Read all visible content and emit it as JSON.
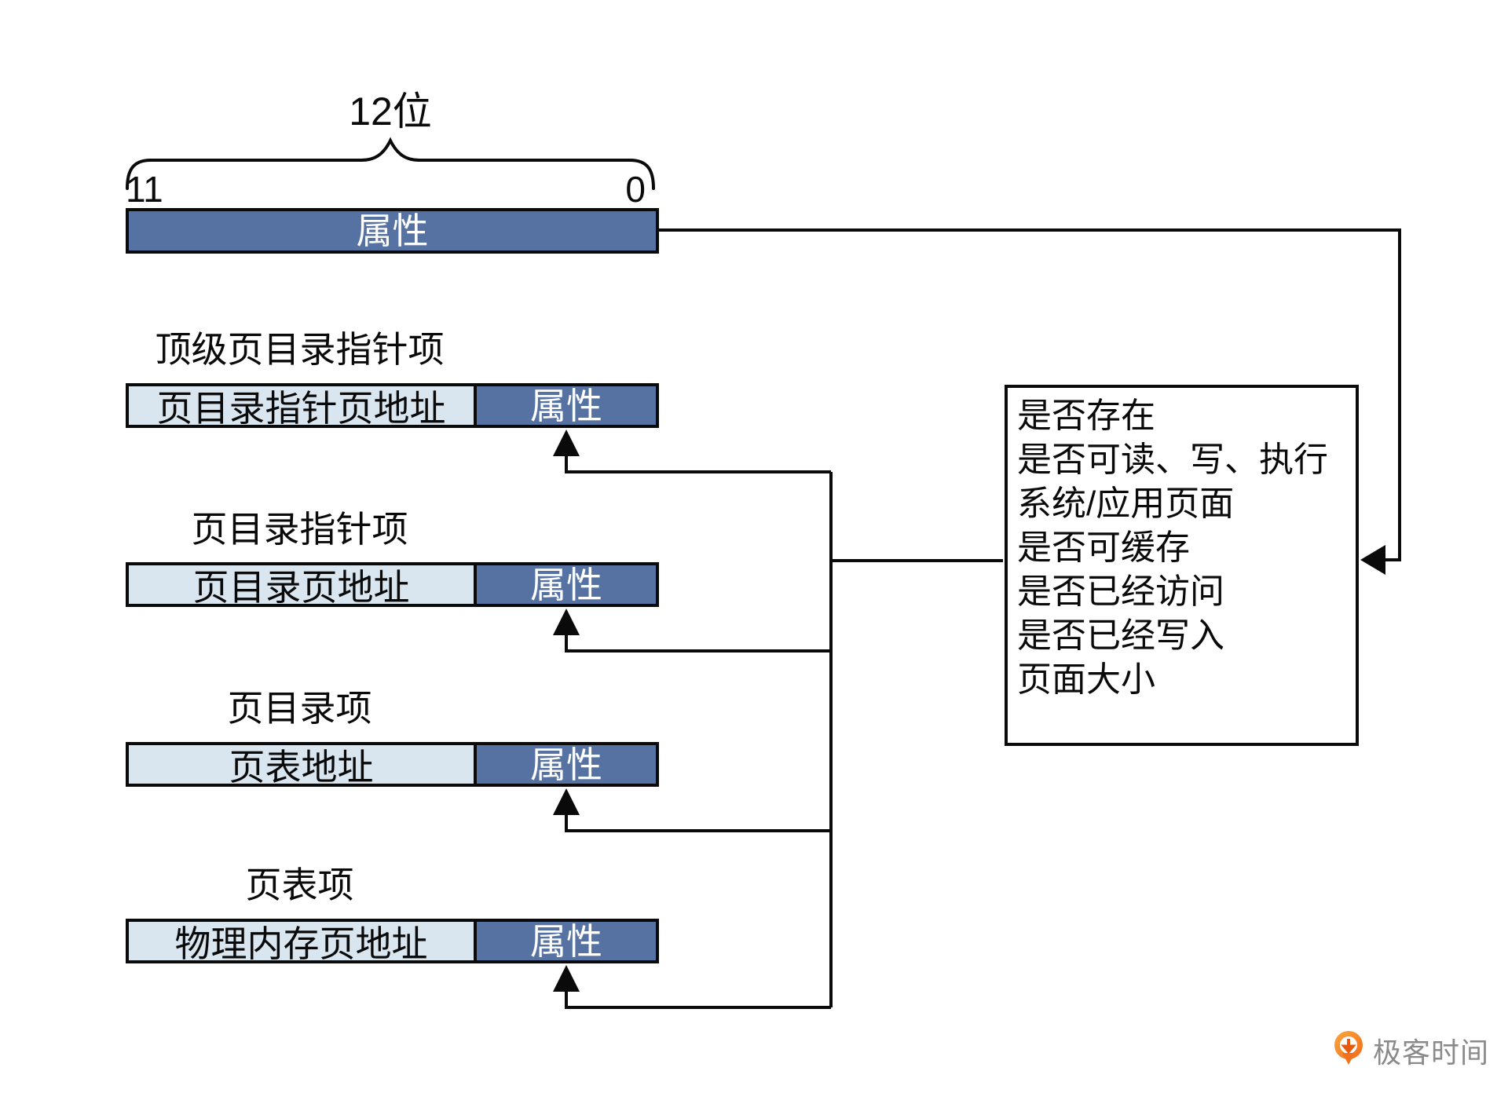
{
  "bit_bracket": {
    "width_label": "12位",
    "bit_high": "11",
    "bit_low": "0"
  },
  "top_bar": {
    "attr_label": "属性"
  },
  "rows": [
    {
      "title": "顶级页目录指针项",
      "address_label": "页目录指针页地址",
      "attr_label": "属性"
    },
    {
      "title": "页目录指针项",
      "address_label": "页目录页地址",
      "attr_label": "属性"
    },
    {
      "title": "页目录项",
      "address_label": "页表地址",
      "attr_label": "属性"
    },
    {
      "title": "页表项",
      "address_label": "物理内存页地址",
      "attr_label": "属性"
    }
  ],
  "attribute_box": {
    "lines": [
      "是否存在",
      "是否可读、写、执行",
      "系统/应用页面",
      "是否可缓存",
      "是否已经访问",
      "是否已经写入",
      "页面大小"
    ]
  },
  "logo": {
    "text": "极客时间"
  },
  "colors": {
    "field_dark_blue": "#5672A2",
    "field_light_blue": "#D9E6EF",
    "line_black": "#0a0a0a",
    "logo_orange": "#F2711C",
    "logo_orange_light": "#F9A13C",
    "logo_text_gray": "#8a8a8a"
  }
}
